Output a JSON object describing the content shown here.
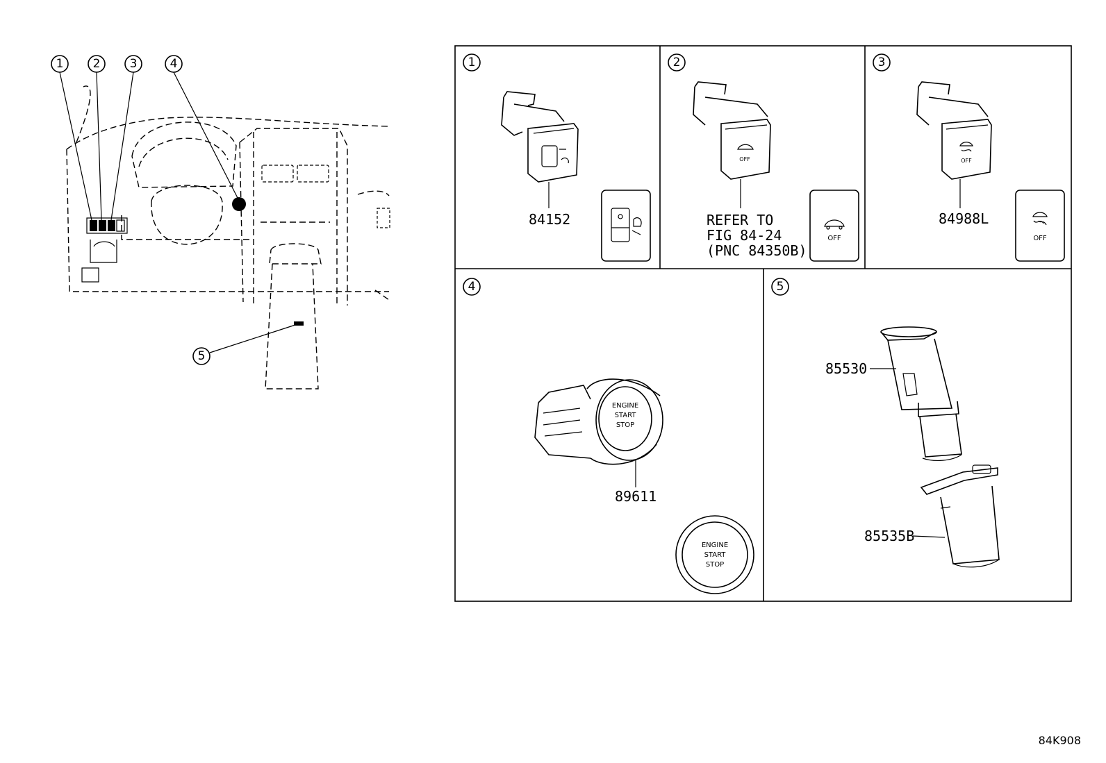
{
  "callouts": [
    "1",
    "2",
    "3",
    "4",
    "5"
  ],
  "parts": {
    "p1": "84152",
    "p2_line1": "REFER TO",
    "p2_line2": "FIG 84-24",
    "p2_line3": "(PNC 84350B)",
    "p3": "84988L",
    "p4": "89611",
    "p5a": "85530",
    "p5b": "85535B"
  },
  "button_labels": {
    "off": "OFF",
    "engine": "ENGINE",
    "start": "START",
    "stop": "STOP"
  },
  "figure_code": "84K908"
}
